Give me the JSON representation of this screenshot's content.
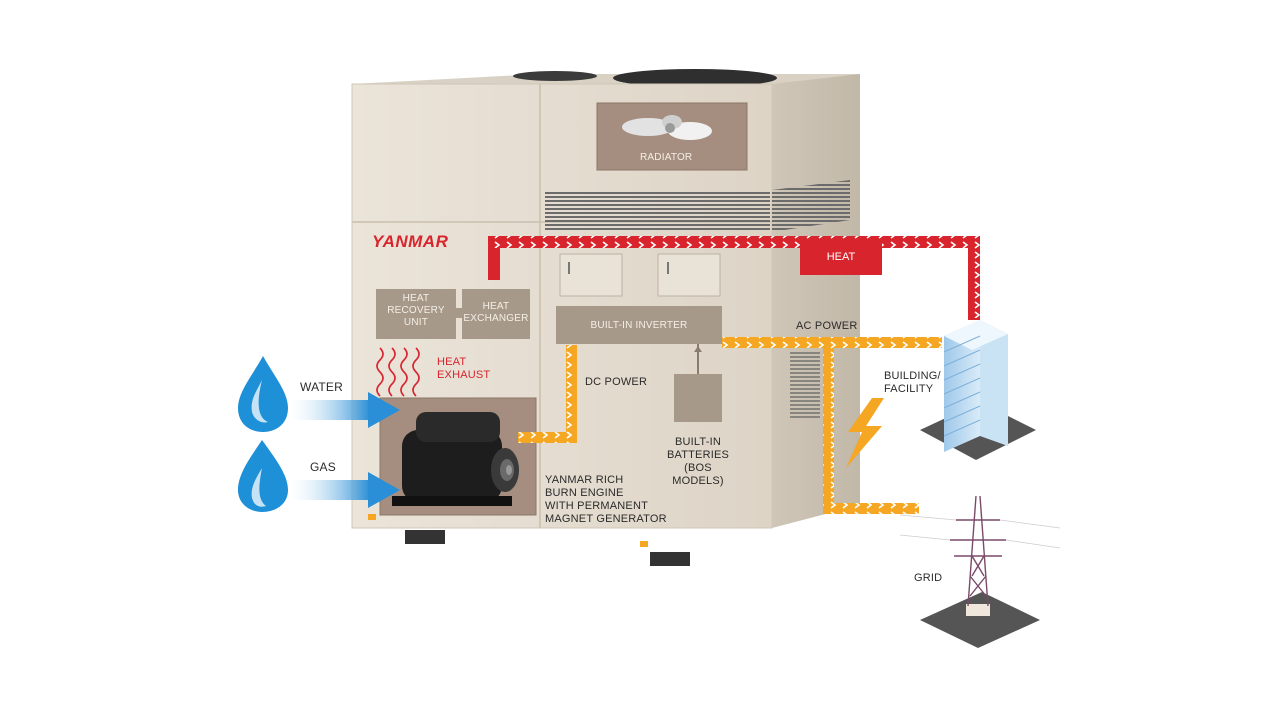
{
  "brand": "YANMAR",
  "colors": {
    "heat": "#d8242d",
    "power": "#f5a623",
    "water": "#1e90d8",
    "cabinet": "#e6ded2",
    "module": "#a7998a"
  },
  "labels": {
    "radiator": "RADIATOR",
    "heat": "HEAT",
    "heat_recovery_unit": "HEAT\nRECOVERY\nUNIT",
    "heat_exchanger": "HEAT\nEXCHANGER",
    "built_in_inverter": "BUILT-IN INVERTER",
    "heat_exhaust": "HEAT\nEXHAUST",
    "dc_power": "DC POWER",
    "ac_power": "AC POWER",
    "water": "WATER",
    "gas": "GAS",
    "engine": "YANMAR RICH\nBURN ENGINE\nWITH PERMANENT\nMAGNET GENERATOR",
    "batteries": "BUILT-IN\nBATTERIES\n(BOS MODELS)",
    "building": "BUILDING/\nFACILITY",
    "grid": "GRID"
  },
  "icons": [
    "water-drop-icon",
    "gas-flame-icon",
    "lightning-bolt-icon",
    "building-icon",
    "transmission-tower-icon",
    "radiator-fan-icon"
  ]
}
